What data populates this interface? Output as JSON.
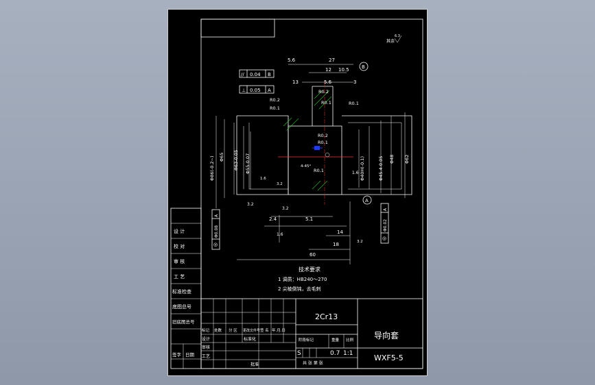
{
  "drawing": {
    "title": "导向套",
    "drawing_number": "WXF5-5",
    "material": "2Cr13",
    "roughness_note": "其余",
    "roughness_value": "6.3",
    "mark": "S",
    "weight": "0.7",
    "scale": "1:1",
    "marking_label": "阶段标记",
    "weight_label": "重量",
    "scale_label": "比例",
    "sheet_label": "共 张 第 张"
  },
  "tech_requirements": {
    "heading": "技术要求",
    "items": [
      "1 调质：HB240～270",
      "2 尖棱倒钝，去毛刺"
    ]
  },
  "left_column": {
    "labels": [
      "设 计",
      "校 对",
      "审 核",
      "工 艺",
      "标准检查",
      "底图总号",
      "旧底图总号",
      "签字",
      "日期"
    ]
  },
  "title_block": {
    "row1": [
      "标记",
      "处数",
      "分 区",
      "更改文件号",
      "签 名",
      "年.月.日"
    ],
    "designer": "设计",
    "standardization": "标准化",
    "checker": "审核",
    "process": "工艺",
    "approval": "批准"
  },
  "dimensions": {
    "top": [
      "5.6",
      "27",
      "12",
      "10.5",
      "13",
      "5.6",
      "3"
    ],
    "fillets": [
      "R0.2",
      "R0.1",
      "R0.1",
      "R0.2",
      "R0.1",
      "R0.2",
      "R0.1",
      "R0.1"
    ],
    "left_vertical": [
      "Φ86(-0.2~)",
      "Φ65",
      "Φ63-0.05",
      "Φ55-0.07",
      "3.2"
    ],
    "right_vertical": [
      "Φ40H(-0.1)",
      "Φ45.4-0.05",
      "Φ48",
      "Φ62",
      "1.6"
    ],
    "bottom": [
      "2.4",
      "5.1",
      "3.2",
      "14",
      "1.6",
      "18",
      "60",
      "4-45°",
      "1.6",
      "3.2",
      "3.2"
    ],
    "tolerance_frames": [
      {
        "symbol": "//",
        "value": "0.04",
        "datum": "B"
      },
      {
        "symbol": "⊥",
        "value": "0.05",
        "datum": "A"
      },
      {
        "symbol": "◎",
        "value": "Φ0.08",
        "datum": "A"
      },
      {
        "symbol": "◎",
        "value": "Φ0.02",
        "datum": "A"
      }
    ],
    "datums": [
      "B",
      "A"
    ]
  }
}
